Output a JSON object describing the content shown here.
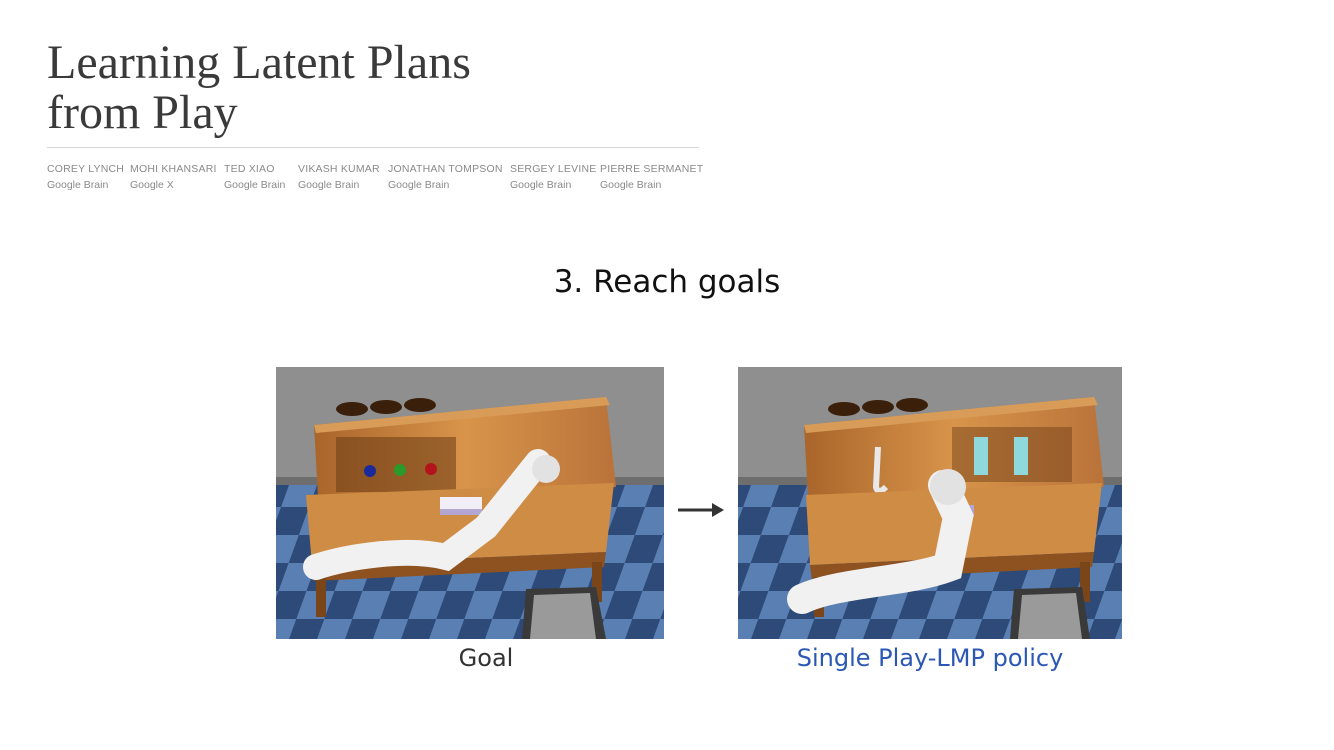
{
  "header": {
    "title_line1": "Learning Latent Plans",
    "title_line2": "from Play"
  },
  "authors": [
    {
      "name": "COREY LYNCH",
      "affiliation": "Google Brain"
    },
    {
      "name": "MOHI KHANSARI",
      "affiliation": "Google X"
    },
    {
      "name": "TED XIAO",
      "affiliation": "Google Brain"
    },
    {
      "name": "VIKASH KUMAR",
      "affiliation": "Google Brain"
    },
    {
      "name": "JONATHAN TOMPSON",
      "affiliation": "Google Brain"
    },
    {
      "name": "SERGEY LEVINE",
      "affiliation": "Google Brain"
    },
    {
      "name": "PIERRE SERMANET",
      "affiliation": "Google Brain"
    }
  ],
  "section": {
    "heading": "3. Reach goals"
  },
  "figure": {
    "left_caption": "Goal",
    "right_caption": "Single Play-LMP policy",
    "colors": {
      "caption_left": "#333333",
      "caption_right": "#2b57b5",
      "wood": "#c8843c",
      "floor_dark": "#2d4a78",
      "floor_light": "#5a7fb3"
    }
  }
}
